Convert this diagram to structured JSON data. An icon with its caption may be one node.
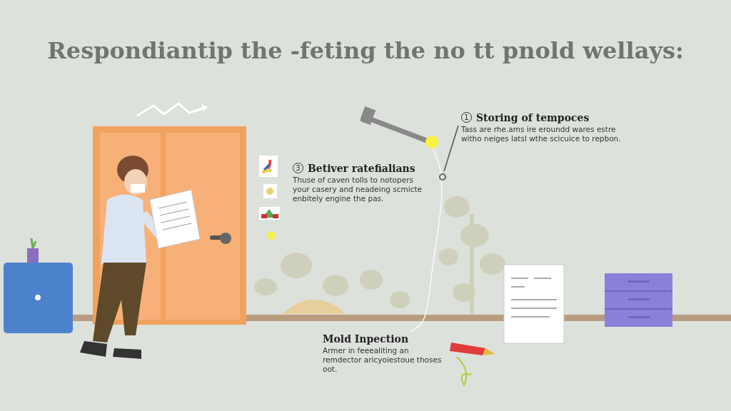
{
  "diagram": {
    "title": "Respondiantip the -feting the no tt pnold wellays:",
    "nodes": [
      {
        "text": [
          "1",
          "Storing of tempoces",
          "Tass are rhe.ams ire eroundd wares estre witho neiges latsl wthe scicuice to repbon."
        ]
      },
      {
        "text": [
          "3",
          "Betiver ratefialians",
          "Thuse of caven tolls to notopers your casery and neadeing scmicte enbitely engine the pas."
        ]
      },
      {
        "text": [
          "Mold Inpection",
          "Armer in feeealiting an remdector aricyoiestoue thoses oot."
        ]
      },
      {
        "text": [],
        "shape": "circle"
      },
      {
        "text": [],
        "shape": "picture"
      }
    ],
    "edges": [
      {
        "from": 0,
        "to": 3,
        "arrow": "none"
      },
      {
        "from": 4,
        "to": 2,
        "arrow": "none",
        "color": "#fafafa"
      }
    ]
  }
}
